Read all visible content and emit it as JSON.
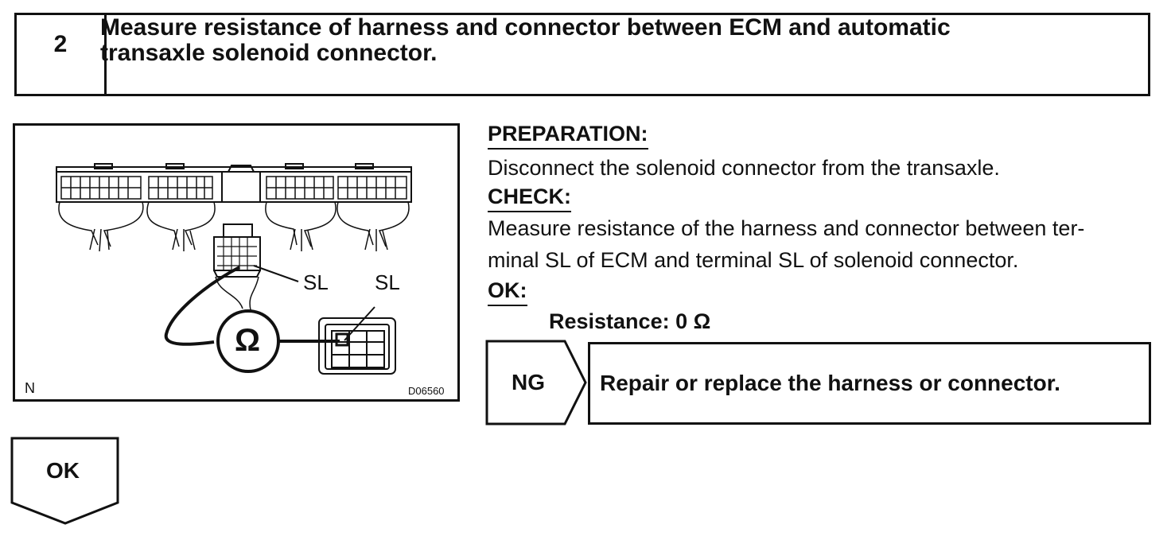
{
  "step": {
    "number": "2",
    "title_line1": "Measure resistance of harness and connector between ECM and automatic",
    "title_line2": "transaxle solenoid connector."
  },
  "illustration": {
    "label_sl_ecm": "SL",
    "label_sl_solenoid": "SL",
    "ohm_symbol": "Ω",
    "corner_label": "N",
    "figure_code": "D06560"
  },
  "preparation": {
    "heading": "PREPARATION:",
    "text": "Disconnect the solenoid connector from the transaxle."
  },
  "check": {
    "heading": "CHECK:",
    "line1": "Measure resistance of the harness and connector between ter-",
    "line2": "minal SL of ECM and terminal SL of solenoid connector."
  },
  "ok_spec": {
    "heading": "OK:",
    "spec": "Resistance: 0 Ω"
  },
  "ng_flow": {
    "label": "NG",
    "action": "Repair or replace the harness or connector."
  },
  "ok_flow": {
    "label": "OK"
  }
}
